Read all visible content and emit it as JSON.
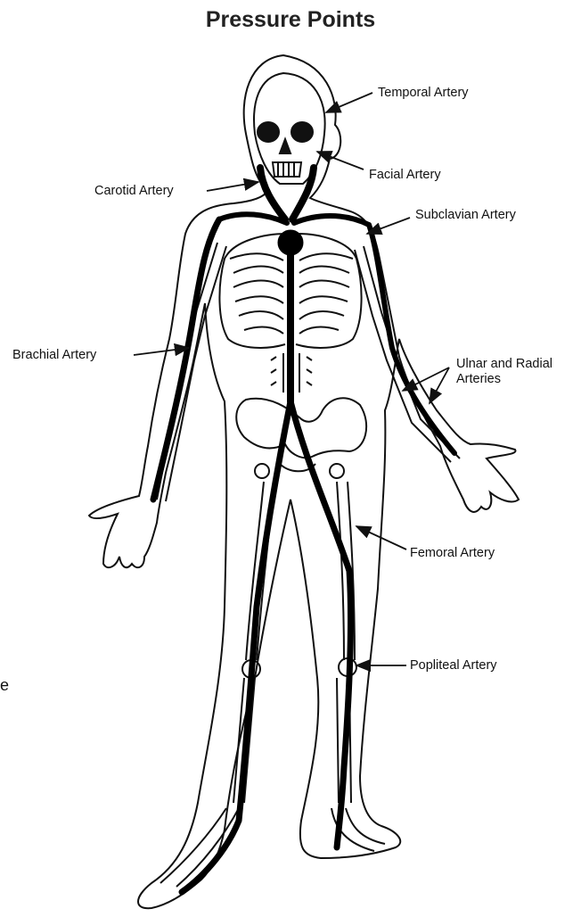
{
  "title": "Pressure Points",
  "labels": {
    "temporal": "Temporal Artery",
    "facial": "Facial Artery",
    "carotid": "Carotid Artery",
    "subclavian": "Subclavian Artery",
    "brachial": "Brachial Artery",
    "ulnar_radial_1": "Ulnar and Radial",
    "ulnar_radial_2": "Arteries",
    "femoral": "Femoral Artery",
    "popliteal": "Popliteal Artery"
  },
  "edge_glyph": "e",
  "colors": {
    "ink": "#111111",
    "artery": "#000000",
    "background": "#ffffff"
  }
}
